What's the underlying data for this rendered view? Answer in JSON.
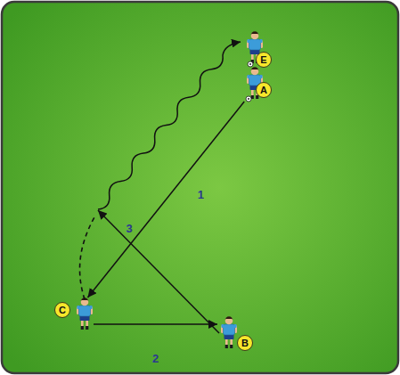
{
  "diagram": {
    "nodes": [
      {
        "text": [
          "E"
        ]
      },
      {
        "text": [
          "A"
        ]
      },
      {
        "text": [
          "C"
        ]
      },
      {
        "text": [
          "B"
        ]
      }
    ],
    "edges": [
      {
        "from": 1,
        "to": 2,
        "arrow": "to",
        "label": "1"
      },
      {
        "from": 2,
        "to": 3,
        "arrow": "to",
        "label": "2"
      }
    ],
    "labels": [
      "3"
    ]
  }
}
